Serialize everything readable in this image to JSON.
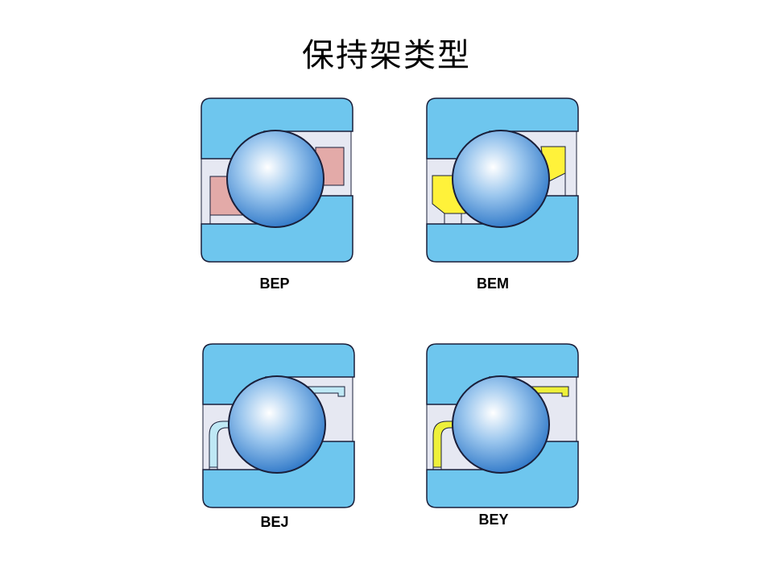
{
  "title": "保持架类型",
  "bearings": [
    {
      "label": "BEP",
      "cage_type": "polyamide-window",
      "cage_color": "#e3aaa8"
    },
    {
      "label": "BEM",
      "cage_type": "machined-brass",
      "cage_color": "#fff23a"
    },
    {
      "label": "BEJ",
      "cage_type": "pressed-steel",
      "cage_color": "#bfe8f5"
    },
    {
      "label": "BEY",
      "cage_type": "pressed-brass",
      "cage_color": "#eef03a"
    }
  ],
  "colors": {
    "ring": "#6ec6ee",
    "gap": "#e6e8f2",
    "outline": "#1a1f3a",
    "ball_center": "#ffffff",
    "ball_edge": "#2f7fcf"
  }
}
